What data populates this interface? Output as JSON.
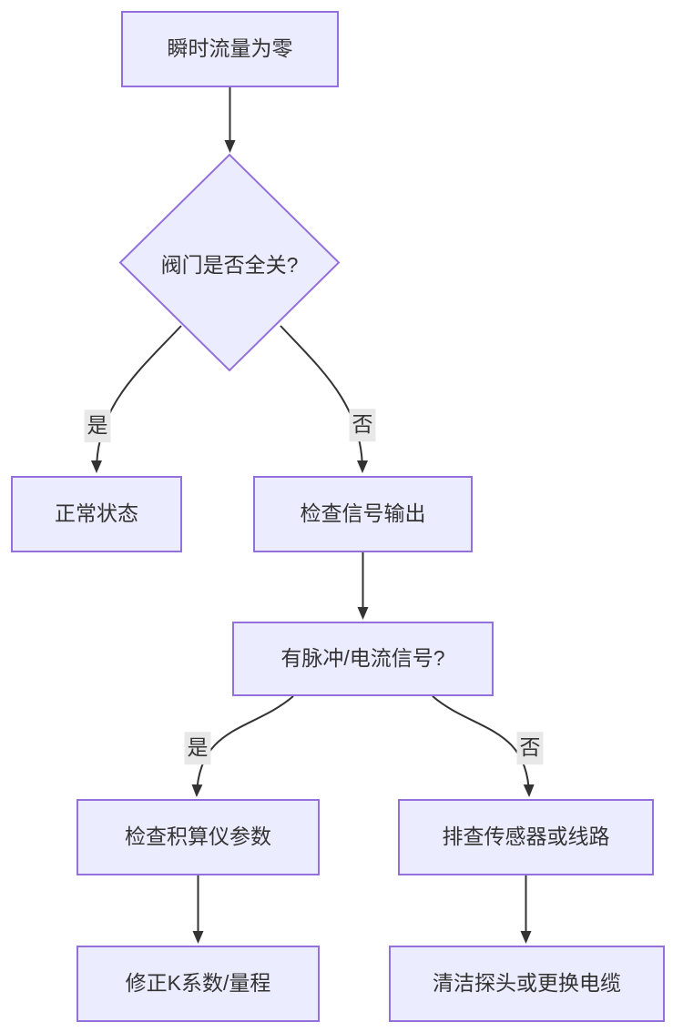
{
  "diagram": {
    "type": "flowchart",
    "direction": "top-down",
    "nodes": [
      {
        "id": "A",
        "shape": "rect",
        "label": "瞬时流量为零"
      },
      {
        "id": "B",
        "shape": "diamond",
        "label": "阀门是否全关?"
      },
      {
        "id": "C",
        "shape": "rect",
        "label": "正常状态"
      },
      {
        "id": "D",
        "shape": "rect",
        "label": "检查信号输出"
      },
      {
        "id": "E",
        "shape": "rect",
        "label": "有脉冲/电流信号?"
      },
      {
        "id": "F",
        "shape": "rect",
        "label": "检查积算仪参数"
      },
      {
        "id": "G",
        "shape": "rect",
        "label": "排查传感器或线路"
      },
      {
        "id": "H",
        "shape": "rect",
        "label": "修正K系数/量程"
      },
      {
        "id": "I",
        "shape": "rect",
        "label": "清洁探头或更换电缆"
      }
    ],
    "edges": [
      {
        "from": "A",
        "to": "B",
        "label": ""
      },
      {
        "from": "B",
        "to": "C",
        "label": "是"
      },
      {
        "from": "B",
        "to": "D",
        "label": "否"
      },
      {
        "from": "D",
        "to": "E",
        "label": ""
      },
      {
        "from": "E",
        "to": "F",
        "label": "是"
      },
      {
        "from": "E",
        "to": "G",
        "label": "否"
      },
      {
        "from": "F",
        "to": "H",
        "label": ""
      },
      {
        "from": "G",
        "to": "I",
        "label": ""
      }
    ],
    "colors": {
      "node_fill": "#ECECFF",
      "node_border": "#9370DB",
      "edge_stroke": "#333333",
      "edge_label_bg": "#E8E8E8",
      "text": "#333333",
      "background": "#FFFFFF"
    }
  }
}
